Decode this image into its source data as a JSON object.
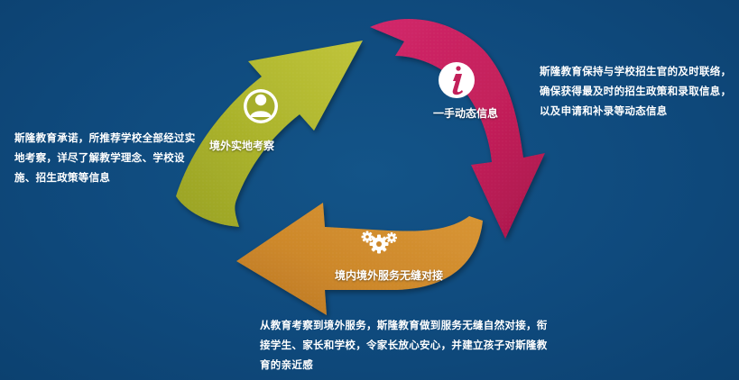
{
  "stages": {
    "visit": {
      "label": "境外实地考察",
      "description": "斯隆教育承诺，所推荐学校全部经过实地考察，详尽了解教学理念、学校设施、招生政策等信息",
      "color": "#a9b12a",
      "icon": "person-icon"
    },
    "info": {
      "label": "一手动态信息",
      "description": "斯隆教育保持与学校招生官的及时联络，确保获得最及时的招生政策和录取信息，以及申请和补录等动态信息",
      "color": "#c2205a",
      "icon": "info-icon"
    },
    "service": {
      "label": "境内境外服务无缝对接",
      "description": "从教育考察到境外服务，斯隆教育做到服务无缝自然对接，衔接学生、家长和学校，令家长放心安心，并建立孩子对斯隆教育的亲近感",
      "color": "#cf8a2c",
      "icon": "gears-icon"
    }
  },
  "background_color": "#0f4a7d"
}
